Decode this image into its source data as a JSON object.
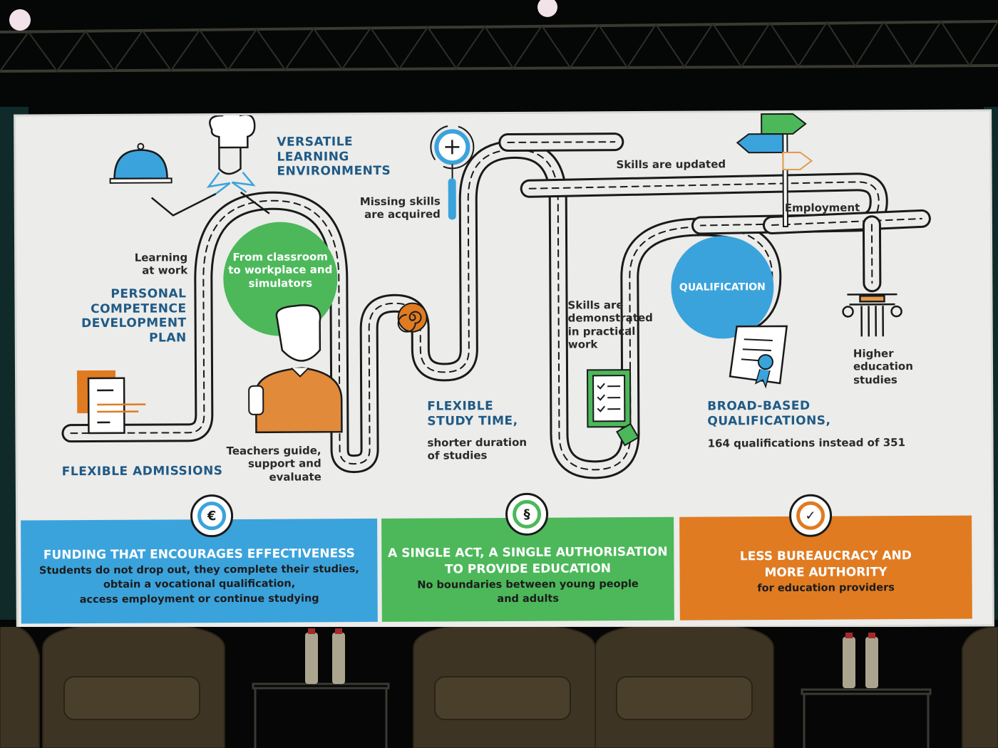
{
  "colors": {
    "blue": "#3ba3dc",
    "green": "#4cb85a",
    "orange": "#e07b22",
    "heading_blue": "#1f5a86",
    "screen_bg": "#ececea",
    "ink": "#1a1a1a"
  },
  "roadmap": {
    "versatile": "VERSATILE LEARNING ENVIRONMENTS",
    "versatile_lines": [
      "VERSATILE",
      "LEARNING",
      "ENVIRONMENTS"
    ],
    "learning_at_work": [
      "Learning",
      "at work"
    ],
    "pcdp": [
      "PERSONAL",
      "COMPETENCE",
      "DEVELOPMENT",
      "PLAN"
    ],
    "green_circle": [
      "From classroom",
      "to workplace and",
      "simulators"
    ],
    "missing_skills": [
      "Missing skills",
      "are acquired"
    ],
    "skills_updated": "Skills are updated",
    "employment": "Employment",
    "qualification": "QUALIFICATION",
    "skills_demonstrated": [
      "Skills are",
      "demonstrated",
      "in practical",
      "work"
    ],
    "higher_education": [
      "Higher",
      "education",
      "studies"
    ],
    "broad_based": [
      "BROAD-BASED",
      "QUALIFICATIONS,"
    ],
    "broad_based_sub": "164 qualifications instead of 351",
    "flexible_study": [
      "FLEXIBLE",
      "STUDY TIME,"
    ],
    "flexible_study_sub": [
      "shorter duration",
      "of studies"
    ],
    "teachers": [
      "Teachers guide,",
      "support and",
      "evaluate"
    ],
    "flexible_admissions": "FLEXIBLE ADMISSIONS"
  },
  "icons": [
    "chef-icon",
    "cloche-icon",
    "magnifier-plus-icon",
    "signpost-icon",
    "spiral-icon",
    "teacher-icon",
    "document-icon",
    "clipboard-checklist-icon",
    "certificate-icon",
    "column-icon"
  ],
  "panels": [
    {
      "icon": "€",
      "icon_name": "euro-icon",
      "title": "FUNDING THAT ENCOURAGES EFFECTIVENESS",
      "body": [
        "Students do not drop out, they complete their studies,",
        "obtain a vocational qualification,",
        "access employment or continue studying"
      ],
      "color": "#3ba3dc"
    },
    {
      "icon": "§",
      "icon_name": "section-sign-icon",
      "title": [
        "A SINGLE ACT, A SINGLE AUTHORISATION",
        "TO PROVIDE EDUCATION"
      ],
      "body": [
        "No boundaries between young people",
        "and adults"
      ],
      "color": "#4cb85a"
    },
    {
      "icon": "✓",
      "icon_name": "checkmark-icon",
      "title": [
        "LESS BUREAUCRACY AND",
        "MORE AUTHORITY"
      ],
      "body": [
        "for education providers"
      ],
      "color": "#e07b22"
    }
  ]
}
